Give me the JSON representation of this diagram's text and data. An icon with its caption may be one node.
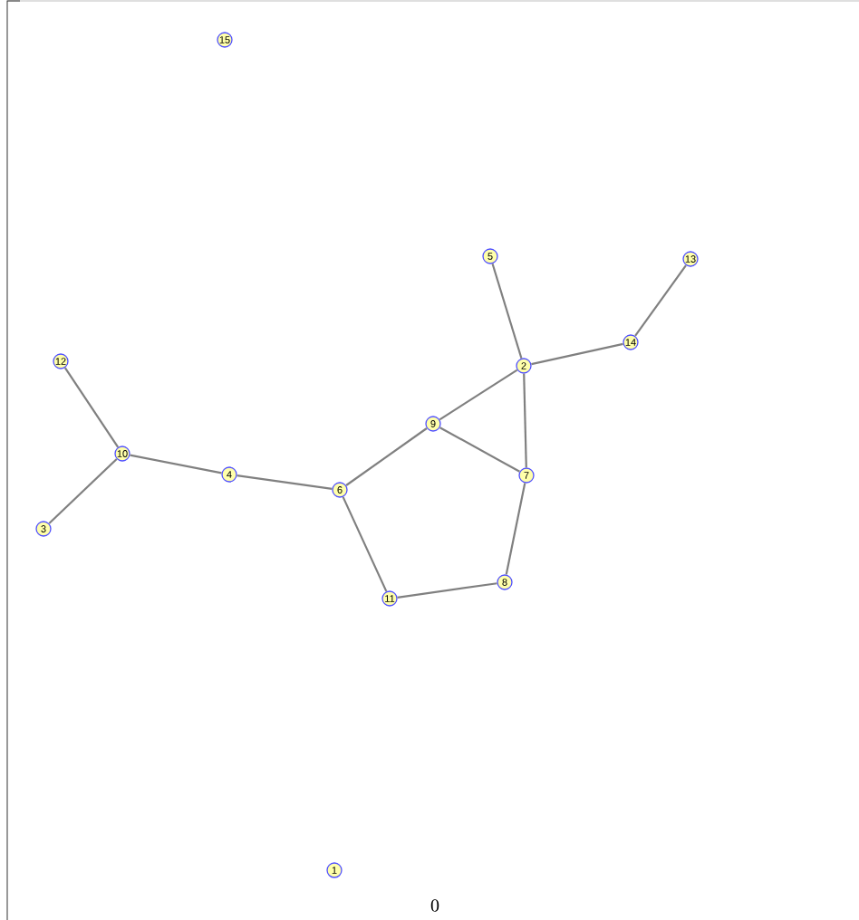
{
  "diagram": {
    "nodes": [
      {
        "text": [
          "1"
        ]
      },
      {
        "text": [
          "2"
        ]
      },
      {
        "text": [
          "3"
        ]
      },
      {
        "text": [
          "4"
        ]
      },
      {
        "text": [
          "5"
        ]
      },
      {
        "text": [
          "6"
        ]
      },
      {
        "text": [
          "7"
        ]
      },
      {
        "text": [
          "8"
        ]
      },
      {
        "text": [
          "9"
        ]
      },
      {
        "text": [
          "10"
        ]
      },
      {
        "text": [
          "11"
        ]
      },
      {
        "text": [
          "12"
        ]
      },
      {
        "text": [
          "13"
        ]
      },
      {
        "text": [
          "14"
        ]
      },
      {
        "text": [
          "15"
        ]
      }
    ],
    "edges": [
      {
        "from": 4,
        "to": 1,
        "arrow": "none"
      },
      {
        "from": 1,
        "to": 13,
        "arrow": "none"
      },
      {
        "from": 13,
        "to": 12,
        "arrow": "none"
      },
      {
        "from": 1,
        "to": 8,
        "arrow": "none"
      },
      {
        "from": 1,
        "to": 6,
        "arrow": "none"
      },
      {
        "from": 8,
        "to": 6,
        "arrow": "none"
      },
      {
        "from": 8,
        "to": 5,
        "arrow": "none"
      },
      {
        "from": 6,
        "to": 7,
        "arrow": "none"
      },
      {
        "from": 7,
        "to": 10,
        "arrow": "none"
      },
      {
        "from": 10,
        "to": 5,
        "arrow": "none"
      },
      {
        "from": 5,
        "to": 3,
        "arrow": "none"
      },
      {
        "from": 3,
        "to": 9,
        "arrow": "none"
      },
      {
        "from": 9,
        "to": 11,
        "arrow": "none"
      },
      {
        "from": 9,
        "to": 2,
        "arrow": "none"
      }
    ],
    "labels": [
      "0"
    ]
  }
}
